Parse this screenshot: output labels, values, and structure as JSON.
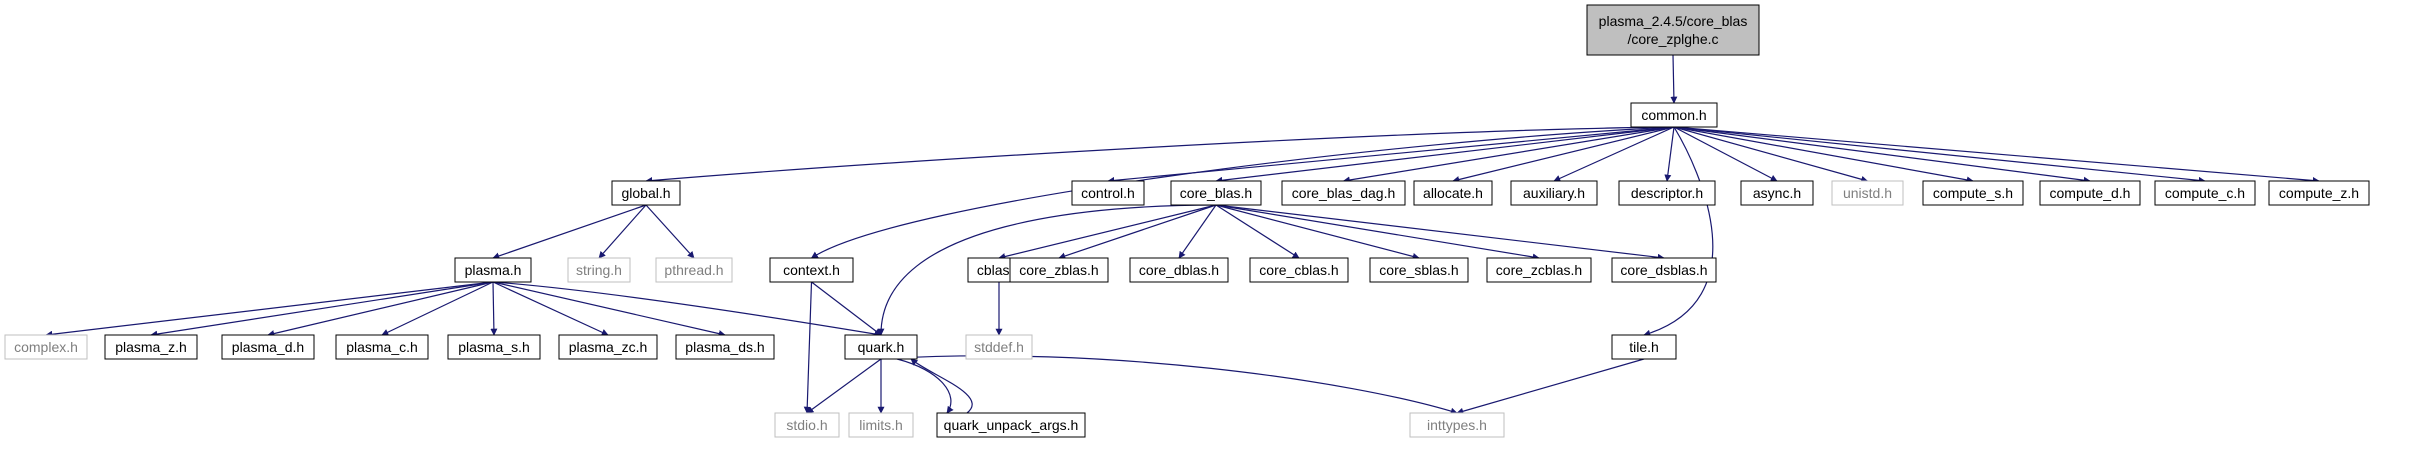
{
  "diagram": {
    "colors": {
      "edge": "#191970",
      "node_border": "#000000",
      "node_fill": "#ffffff",
      "root_fill": "#bfbfbf",
      "ghost_border": "#bfbfbf",
      "ghost_text": "#7f7f7f",
      "text": "#000000"
    },
    "nodes": [
      {
        "id": "root",
        "label": "plasma_2.4.5/core_blas\n/core_zplghe.c",
        "style": "root"
      },
      {
        "id": "common",
        "label": "common.h",
        "style": "normal"
      },
      {
        "id": "global",
        "label": "global.h",
        "style": "normal"
      },
      {
        "id": "control",
        "label": "control.h",
        "style": "normal"
      },
      {
        "id": "core_blas",
        "label": "core_blas.h",
        "style": "normal"
      },
      {
        "id": "core_blas_dag",
        "label": "core_blas_dag.h",
        "style": "normal"
      },
      {
        "id": "allocate",
        "label": "allocate.h",
        "style": "normal"
      },
      {
        "id": "auxiliary",
        "label": "auxiliary.h",
        "style": "normal"
      },
      {
        "id": "descriptor",
        "label": "descriptor.h",
        "style": "normal"
      },
      {
        "id": "async",
        "label": "async.h",
        "style": "normal"
      },
      {
        "id": "unistd",
        "label": "unistd.h",
        "style": "ghost"
      },
      {
        "id": "compute_s",
        "label": "compute_s.h",
        "style": "normal"
      },
      {
        "id": "compute_d",
        "label": "compute_d.h",
        "style": "normal"
      },
      {
        "id": "compute_c",
        "label": "compute_c.h",
        "style": "normal"
      },
      {
        "id": "compute_z",
        "label": "compute_z.h",
        "style": "normal"
      },
      {
        "id": "plasma",
        "label": "plasma.h",
        "style": "normal"
      },
      {
        "id": "string",
        "label": "string.h",
        "style": "ghost"
      },
      {
        "id": "pthread",
        "label": "pthread.h",
        "style": "ghost"
      },
      {
        "id": "context",
        "label": "context.h",
        "style": "normal"
      },
      {
        "id": "cblas",
        "label": "cblas.h",
        "style": "normal"
      },
      {
        "id": "core_zblas",
        "label": "core_zblas.h",
        "style": "normal"
      },
      {
        "id": "core_dblas",
        "label": "core_dblas.h",
        "style": "normal"
      },
      {
        "id": "core_cblas",
        "label": "core_cblas.h",
        "style": "normal"
      },
      {
        "id": "core_sblas",
        "label": "core_sblas.h",
        "style": "normal"
      },
      {
        "id": "core_zcblas",
        "label": "core_zcblas.h",
        "style": "normal"
      },
      {
        "id": "core_dsblas",
        "label": "core_dsblas.h",
        "style": "normal"
      },
      {
        "id": "complex",
        "label": "complex.h",
        "style": "ghost"
      },
      {
        "id": "plasma_z",
        "label": "plasma_z.h",
        "style": "normal"
      },
      {
        "id": "plasma_d",
        "label": "plasma_d.h",
        "style": "normal"
      },
      {
        "id": "plasma_c",
        "label": "plasma_c.h",
        "style": "normal"
      },
      {
        "id": "plasma_s",
        "label": "plasma_s.h",
        "style": "normal"
      },
      {
        "id": "plasma_zc",
        "label": "plasma_zc.h",
        "style": "normal"
      },
      {
        "id": "plasma_ds",
        "label": "plasma_ds.h",
        "style": "normal"
      },
      {
        "id": "quark",
        "label": "quark.h",
        "style": "normal"
      },
      {
        "id": "stddef",
        "label": "stddef.h",
        "style": "ghost"
      },
      {
        "id": "tile",
        "label": "tile.h",
        "style": "normal"
      },
      {
        "id": "stdio",
        "label": "stdio.h",
        "style": "ghost"
      },
      {
        "id": "limits",
        "label": "limits.h",
        "style": "ghost"
      },
      {
        "id": "quark_unpack",
        "label": "quark_unpack_args.h",
        "style": "normal"
      },
      {
        "id": "inttypes",
        "label": "inttypes.h",
        "style": "ghost"
      }
    ],
    "edges": [
      [
        "root",
        "common"
      ],
      [
        "common",
        "global"
      ],
      [
        "common",
        "control"
      ],
      [
        "common",
        "core_blas"
      ],
      [
        "common",
        "core_blas_dag"
      ],
      [
        "common",
        "allocate"
      ],
      [
        "common",
        "auxiliary"
      ],
      [
        "common",
        "descriptor"
      ],
      [
        "common",
        "async"
      ],
      [
        "common",
        "unistd"
      ],
      [
        "common",
        "compute_s"
      ],
      [
        "common",
        "compute_d"
      ],
      [
        "common",
        "compute_c"
      ],
      [
        "common",
        "compute_z"
      ],
      [
        "common",
        "context"
      ],
      [
        "common",
        "tile"
      ],
      [
        "global",
        "plasma"
      ],
      [
        "global",
        "string"
      ],
      [
        "global",
        "pthread"
      ],
      [
        "core_blas",
        "cblas"
      ],
      [
        "core_blas",
        "core_zblas"
      ],
      [
        "core_blas",
        "core_dblas"
      ],
      [
        "core_blas",
        "core_cblas"
      ],
      [
        "core_blas",
        "core_sblas"
      ],
      [
        "core_blas",
        "core_zcblas"
      ],
      [
        "core_blas",
        "core_dsblas"
      ],
      [
        "core_blas",
        "quark"
      ],
      [
        "plasma",
        "complex"
      ],
      [
        "plasma",
        "plasma_z"
      ],
      [
        "plasma",
        "plasma_d"
      ],
      [
        "plasma",
        "plasma_c"
      ],
      [
        "plasma",
        "plasma_s"
      ],
      [
        "plasma",
        "plasma_zc"
      ],
      [
        "plasma",
        "plasma_ds"
      ],
      [
        "plasma",
        "quark"
      ],
      [
        "context",
        "quark"
      ],
      [
        "context",
        "stdio"
      ],
      [
        "cblas",
        "stddef"
      ],
      [
        "quark",
        "stdio"
      ],
      [
        "quark",
        "limits"
      ],
      [
        "quark",
        "quark_unpack"
      ],
      [
        "quark",
        "inttypes"
      ],
      [
        "quark_unpack",
        "quark"
      ],
      [
        "tile",
        "inttypes"
      ]
    ]
  }
}
